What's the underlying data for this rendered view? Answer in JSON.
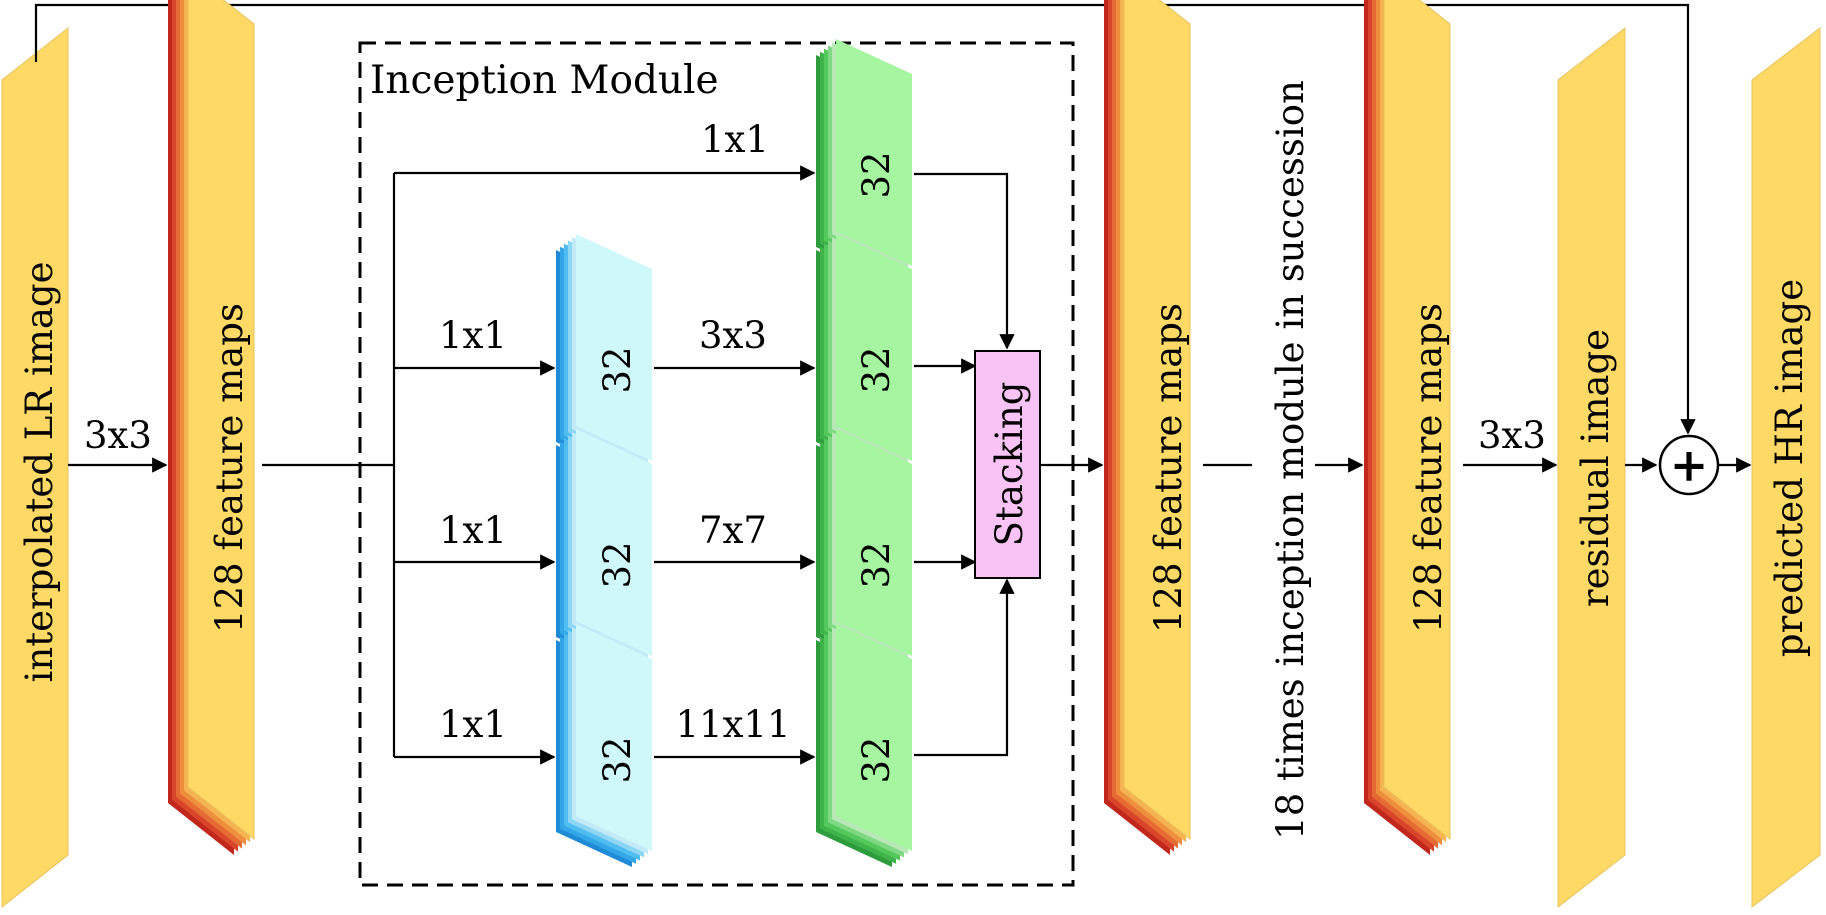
{
  "colors": {
    "yellow": "#FFD966",
    "yellow_edge": "#E8C35A",
    "stack_dark": [
      "#C0281E",
      "#D8452A",
      "#E56A33",
      "#EE8F3E",
      "#F5B352"
    ],
    "green_face": "#A6F5A0",
    "green_layers": [
      "#2E9B3C",
      "#3FB34A",
      "#55C85C",
      "#7FD982",
      "#B7E8B5"
    ],
    "blue_face": "#CFF8FB",
    "blue_layers": [
      "#1F8BD6",
      "#32A6E6",
      "#4FBDF0",
      "#8DD6F4",
      "#C3EAF7"
    ],
    "stacking_box": "#F9C3F5",
    "stacking_edge": "#000000"
  },
  "input": {
    "label": "interpolated LR image"
  },
  "conv_first": {
    "label": "3x3"
  },
  "fm1": {
    "label": "128 feature maps"
  },
  "inception": {
    "title": "Inception Module",
    "branches": [
      {
        "reduce_label": "",
        "conv_label": "1x1",
        "reduce_count": "",
        "out_count": "32"
      },
      {
        "reduce_label": "1x1",
        "conv_label": "3x3",
        "reduce_count": "32",
        "out_count": "32"
      },
      {
        "reduce_label": "1x1",
        "conv_label": "7x7",
        "reduce_count": "32",
        "out_count": "32"
      },
      {
        "reduce_label": "1x1",
        "conv_label": "11x11",
        "reduce_count": "32",
        "out_count": "32"
      }
    ],
    "stacking_label": "Stacking"
  },
  "fm2": {
    "label": "128 feature maps"
  },
  "repeat": {
    "label": "18 times inception module in succession"
  },
  "fm3": {
    "label": "128 feature maps"
  },
  "conv_last": {
    "label": "3x3"
  },
  "residual": {
    "label": "residual image"
  },
  "adder": {
    "symbol": "+"
  },
  "output": {
    "label": "predicted HR image"
  }
}
